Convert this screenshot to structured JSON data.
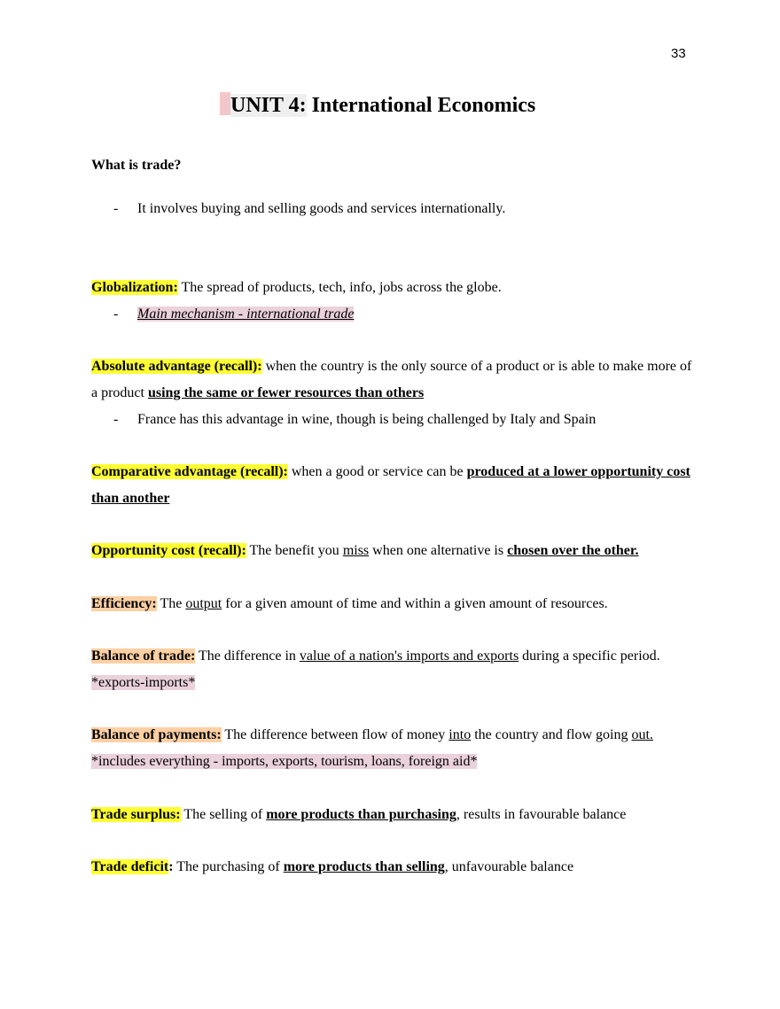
{
  "page": {
    "number": "33",
    "title_prefix": "UNIT 4:",
    "title_rest": " International Economics"
  },
  "what_is_trade": {
    "heading": "What is trade?",
    "bullet": "It involves buying and selling goods and services internationally."
  },
  "globalization": {
    "term": "Globalization:",
    "definition": " The spread of products, tech, info, jobs across the globe.",
    "bullet": "Main mechanism - international trade"
  },
  "absolute_advantage": {
    "term": "Absolute advantage (recall):",
    "definition_a": " when the country is the only source of a product or is able to make more of a product ",
    "definition_emph": "using the same or fewer resources than others",
    "bullet": "France has this advantage in wine, though is being challenged by Italy and Spain"
  },
  "comparative_advantage": {
    "term": "Comparative advantage (recall):",
    "definition_a": " when a good or service can be ",
    "definition_emph": "produced at a lower opportunity cost than another"
  },
  "opportunity_cost": {
    "term": "Opportunity cost (recall):",
    "definition_a": " The benefit you ",
    "definition_u": "miss",
    "definition_b": " when one alternative is ",
    "definition_emph": "chosen over the other."
  },
  "efficiency": {
    "term": "Efficiency:",
    "definition_a": " The ",
    "definition_u": "output",
    "definition_b": " for a given amount of time and within a given amount of resources."
  },
  "balance_of_trade": {
    "term": "Balance of trade:",
    "definition_a": " The difference in ",
    "definition_u": "value of a nation's imports and exports",
    "definition_b": " during a specific period.  ",
    "note": "*exports-imports*"
  },
  "balance_of_payments": {
    "term": "Balance of payments:",
    "definition_a": " The difference between flow of money ",
    "definition_u": "into",
    "definition_b": " the country and flow going ",
    "definition_u2": "out.",
    "note": " *includes everything - imports, exports, tourism, loans, foreign aid*"
  },
  "trade_surplus": {
    "term": "Trade surplus:",
    "definition_a": " The selling of ",
    "definition_emph": "more products than purchasing",
    "definition_b": ", results in favourable balance"
  },
  "trade_deficit": {
    "term": "Trade deficit",
    "colon": ":",
    "definition_a": " The purchasing of ",
    "definition_emph": "more products than selling",
    "definition_b": ", unfavourable balance"
  },
  "colors": {
    "yellow_highlight": "#ffff33",
    "orange_highlight": "#fcd0a4",
    "pink_highlight": "#ead1dc",
    "title_pink_bar": "#f3c7c9"
  }
}
